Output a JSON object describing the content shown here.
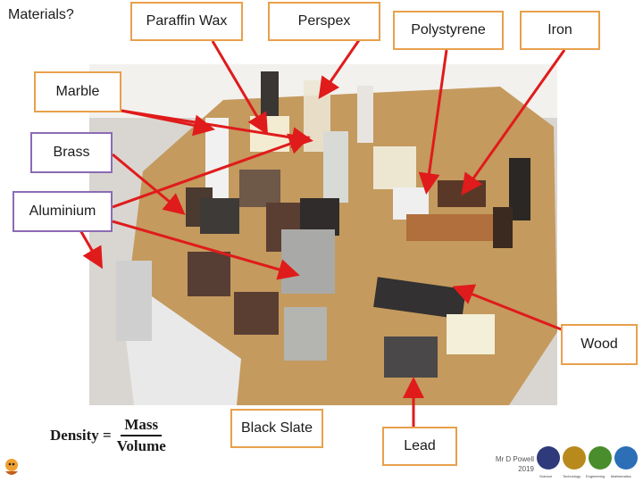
{
  "labels": {
    "materials": "Materials?",
    "paraffin_wax": "Paraffin Wax",
    "perspex": "Perspex",
    "polystyrene": "Polystyrene",
    "iron": "Iron",
    "marble": "Marble",
    "brass": "Brass",
    "aluminium": "Aluminium",
    "wood": "Wood",
    "black_slate": "Black Slate",
    "lead": "Lead"
  },
  "formula": {
    "lhs": "Density =",
    "numerator": "Mass",
    "denominator": "Volume"
  },
  "credit": {
    "author": "Mr D Powell",
    "year": "2019"
  },
  "logos": [
    {
      "caption": "Science",
      "color": "#2e3a7a"
    },
    {
      "caption": "Technology",
      "color": "#b88a1c"
    },
    {
      "caption": "Engineering",
      "color": "#4a8d2c"
    },
    {
      "caption": "Mathematics",
      "color": "#2d6fb7"
    }
  ],
  "colors": {
    "arrow": "#e01b1b",
    "label_border": "#e8a04c",
    "label_border_alt": "#8b6bb4",
    "board": "#c49a5e"
  },
  "icons": {
    "mascot": "cartoon-mascot-icon"
  }
}
